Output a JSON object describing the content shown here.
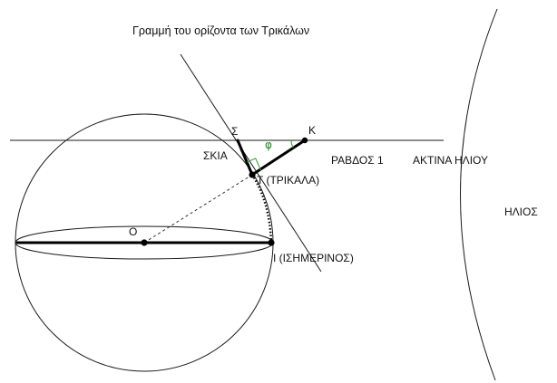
{
  "diagram": {
    "title": "Γραμμή του ορίζοντα των Τρικάλων",
    "labels": {
      "sigma": "Σ",
      "k": "K",
      "phi": "φ",
      "skia": "ΣΚΙΑ",
      "rabdos": "ΡΑΒΔΟΣ 1",
      "aktina": "ΑΚΤΙΝΑ ΗΛΙΟΥ",
      "trikala": "T (ΤΡΙΚΑΛΑ)",
      "helios": "ΗΛΙΟΣ",
      "o": "O",
      "isimerinos": "I  (ΙΣΗΜΕΡΙΝΟΣ)"
    }
  }
}
